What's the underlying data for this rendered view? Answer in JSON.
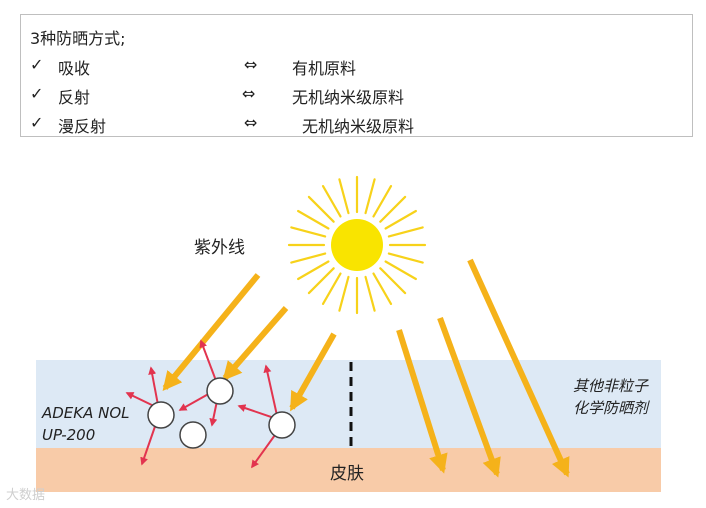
{
  "info": {
    "title": "3种防晒方式;",
    "rows": [
      {
        "check": "✓",
        "method": "吸收",
        "arrow": "⇔",
        "material": "有机原料"
      },
      {
        "check": "✓",
        "method": "反射",
        "arrow": "⇔",
        "material": "无机纳米级原料"
      },
      {
        "check": "✓",
        "method": "漫反射",
        "arrow": "⇔",
        "material": "无机纳米级原料"
      }
    ]
  },
  "diagram": {
    "uv_label": "紫外线",
    "product_line1": "ADEKA NOL",
    "product_line2": "UP-200",
    "other_line1": "其他非粒子",
    "other_line2": "化学防晒剂",
    "skin_label": "皮肤"
  },
  "colors": {
    "sun": "#f9e400",
    "sun_ray": "#f7d21a",
    "uv_arrow": "#f5b21a",
    "scatter_arrow": "#e2344f",
    "upper_layer": "#dde9f5",
    "skin_layer": "#f8cba8"
  },
  "watermark": "大数据"
}
